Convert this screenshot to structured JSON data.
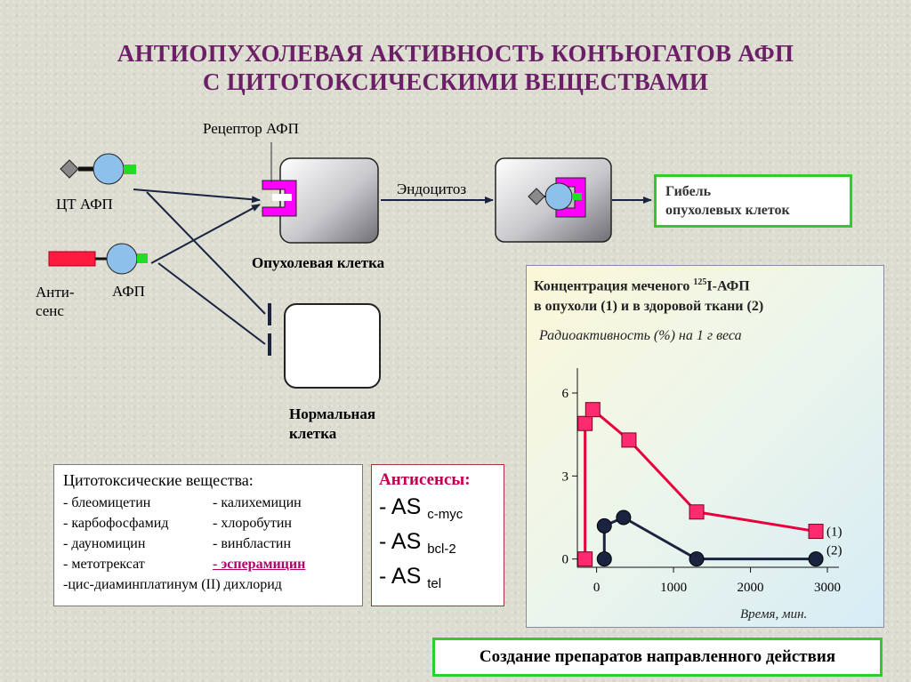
{
  "title": {
    "line1": "АНТИОПУХОЛЕВАЯ АКТИВНОСТЬ КОНЪЮГАТОВ АФП",
    "line2": "С ЦИТОТОКСИЧЕСКИМИ ВЕЩЕСТВАМИ"
  },
  "diagram": {
    "receptor_label": "Рецептор АФП",
    "ct_afp_label": "ЦТ АФП",
    "antisense_label_1": "Анти-",
    "antisense_label_2": "сенс",
    "afp_label": "АФП",
    "endocytosis_label": "Эндоцитоз",
    "tumor_cell_label": "Опухолевая клетка",
    "normal_cell_label_1": "Нормальная",
    "normal_cell_label_2": "клетка",
    "death_line1": "Гибель",
    "death_line2": "опухолевых клеток"
  },
  "cytotoxic": {
    "heading": "Цитотоксические вещества:",
    "rows": [
      [
        "- блеомицетин",
        "- калихемицин"
      ],
      [
        "- карбофосфамид",
        "- хлоробутин"
      ],
      [
        "- дауномицин",
        "- винбластин"
      ],
      [
        "- метотрексат",
        "- эсперамицин"
      ]
    ],
    "last_row": "-цис-диаминплатинум (II) дихлорид"
  },
  "antisense": {
    "heading": "Антисенсы:",
    "items": [
      {
        "prefix": "- AS",
        "sub": "c-myc"
      },
      {
        "prefix": "- AS",
        "sub": "bcl-2"
      },
      {
        "prefix": "- AS",
        "sub": "tel"
      }
    ]
  },
  "chart_title": {
    "line1_pre": "Концентрация меченого ",
    "line1_sup": "125",
    "line1_post": "I-АФП",
    "line2": "в опухоли  (1) и в здоровой ткани (2)"
  },
  "bottom_banner": "Создание препаратов направленного действия",
  "colors": {
    "title": "#6b1f66",
    "tumor_series": "#e8003c",
    "healthy_series": "#1a2340",
    "green": "#2ecc2e",
    "magenta": "#ff00ff"
  },
  "chart_data": {
    "type": "line",
    "ylabel": "Радиоактивность (%) на 1 г веса",
    "xlabel": "Время, мин.",
    "xlim": [
      -250,
      3150
    ],
    "ylim": [
      -0.3,
      6.9
    ],
    "xticks": [
      0,
      1000,
      2000,
      3000
    ],
    "yticks": [
      0,
      3,
      6
    ],
    "series": [
      {
        "name": "(1)",
        "color": "#e8003c",
        "marker": "square",
        "x": [
          -150,
          -150,
          -50,
          420,
          1300,
          2850
        ],
        "y": [
          0,
          4.9,
          5.4,
          4.3,
          1.7,
          1.0
        ]
      },
      {
        "name": "(2)",
        "color": "#1a2340",
        "marker": "circle",
        "x": [
          100,
          100,
          350,
          1300,
          2850
        ],
        "y": [
          0,
          1.2,
          1.5,
          0,
          0
        ]
      }
    ]
  }
}
